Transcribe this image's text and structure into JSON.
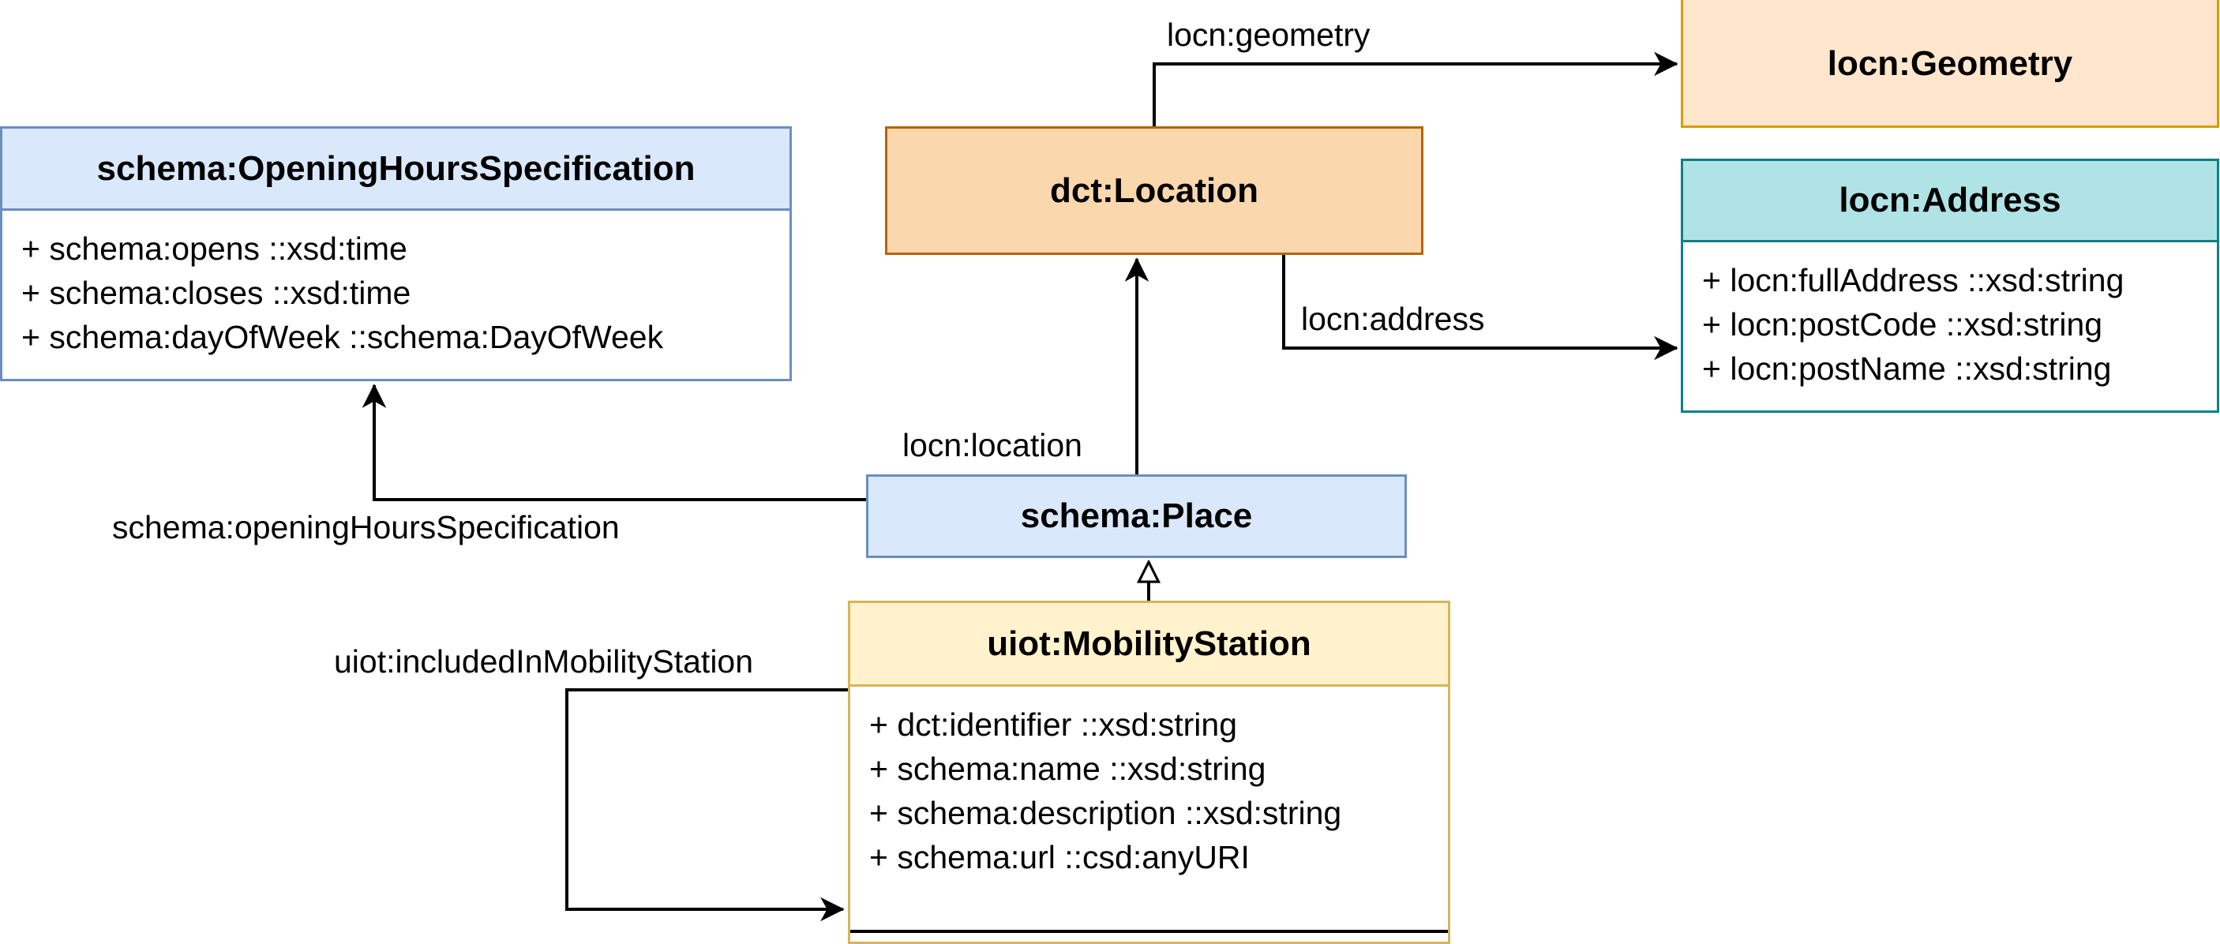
{
  "diagram": {
    "classes": {
      "geometry": {
        "name": "locn:Geometry"
      },
      "location": {
        "name": "dct:Location"
      },
      "address": {
        "name": "locn:Address",
        "attributes": [
          "+ locn:fullAddress ::xsd:string",
          "+ locn:postCode ::xsd:string",
          "+ locn:postName ::xsd:string"
        ]
      },
      "opening_hours": {
        "name": "schema:OpeningHoursSpecification",
        "attributes": [
          "+ schema:opens ::xsd:time",
          "+ schema:closes ::xsd:time",
          "+ schema:dayOfWeek ::schema:DayOfWeek"
        ]
      },
      "place": {
        "name": "schema:Place"
      },
      "mobility_station": {
        "name": "uiot:MobilityStation",
        "attributes": [
          "+ dct:identifier ::xsd:string",
          "+ schema:name ::xsd:string",
          "+ schema:description ::xsd:string",
          "+ schema:url ::csd:anyURI"
        ]
      }
    },
    "relations": {
      "geometry": "locn:geometry",
      "address": "locn:address",
      "location": "locn:location",
      "opening_hours": "schema:openingHoursSpecification",
      "included_in": "uiot:includedInMobilityStation"
    },
    "colors": {
      "geometry_fill": "#ffe6cc",
      "geometry_stroke": "#d79b00",
      "location_fill": "#fad7ac",
      "location_stroke": "#b46504",
      "address_header": "#b0e3e6",
      "address_stroke": "#0e8088",
      "place_fill": "#dae8fc",
      "place_stroke": "#6c8ebf",
      "station_header": "#fff2cc",
      "station_stroke": "#d6b656"
    }
  }
}
